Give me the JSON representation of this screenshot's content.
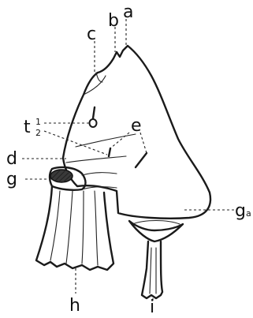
{
  "labels": {
    "a": "a",
    "b": "b",
    "c": "c",
    "d": "d",
    "e": "e",
    "g_left": "g",
    "g_right": "g",
    "g_right_sub": "a",
    "h": "h",
    "i": "i",
    "t": "t",
    "t_sub_1": "1",
    "t_sub_2": "2"
  }
}
